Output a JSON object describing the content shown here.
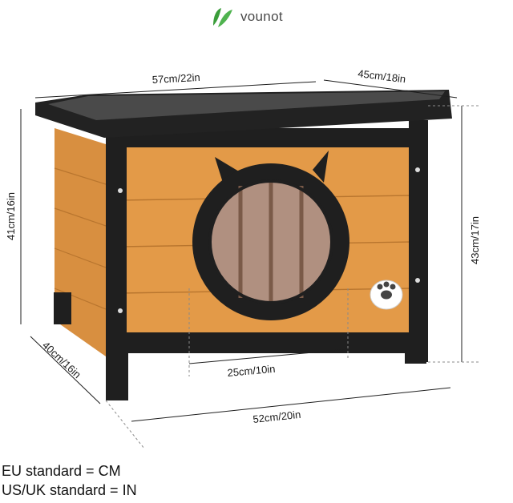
{
  "brand": {
    "name": "vounot",
    "logo_icon": "leaf-logo-icon",
    "logo_color": "#3a9d3a"
  },
  "dimensions": {
    "top_width": "57cm/22in",
    "top_depth": "45cm/18in",
    "left_height": "41cm/16in",
    "right_height": "43cm/17in",
    "door_width": "25cm/10in",
    "bottom_depth": "40cm/16in",
    "bottom_width": "52cm/20in"
  },
  "legend": {
    "eu": "EU standard = CM",
    "us": "US/UK standard = IN"
  },
  "colors": {
    "wood": "#e39a48",
    "frame": "#1f1f1f",
    "roof": "#2a2a2a",
    "door_glass": "#b09080"
  },
  "icons": [
    "paw-print-icon",
    "cat-ear-icon"
  ]
}
